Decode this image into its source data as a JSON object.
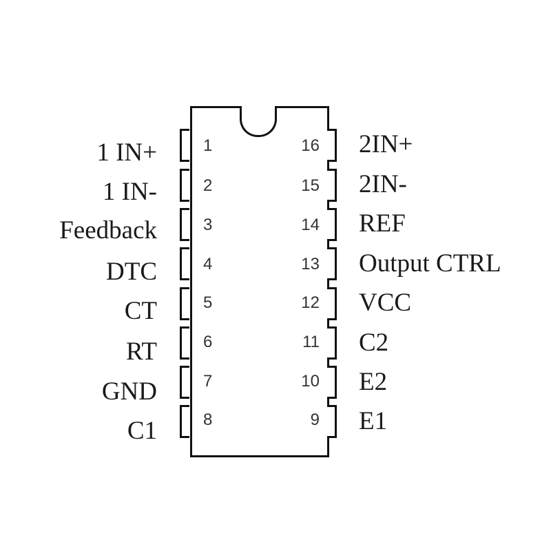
{
  "diagram": {
    "type": "ic-pinout",
    "package": "DIP-16",
    "colors": {
      "outline": "#111111",
      "text": "#1a1a1a",
      "pin_number": "#333333",
      "background": "#ffffff"
    },
    "left_pins": [
      {
        "number": "1",
        "label": "1 IN+"
      },
      {
        "number": "2",
        "label": "1 IN-"
      },
      {
        "number": "3",
        "label": "Feedback"
      },
      {
        "number": "4",
        "label": "DTC"
      },
      {
        "number": "5",
        "label": "CT"
      },
      {
        "number": "6",
        "label": "RT"
      },
      {
        "number": "7",
        "label": "GND"
      },
      {
        "number": "8",
        "label": "C1"
      }
    ],
    "right_pins": [
      {
        "number": "16",
        "label": "2IN+"
      },
      {
        "number": "15",
        "label": "2IN-"
      },
      {
        "number": "14",
        "label": "REF"
      },
      {
        "number": "13",
        "label": "Output CTRL"
      },
      {
        "number": "12",
        "label": "VCC"
      },
      {
        "number": "11",
        "label": "C2"
      },
      {
        "number": "10",
        "label": "E2"
      },
      {
        "number": "9",
        "label": "E1"
      }
    ]
  }
}
